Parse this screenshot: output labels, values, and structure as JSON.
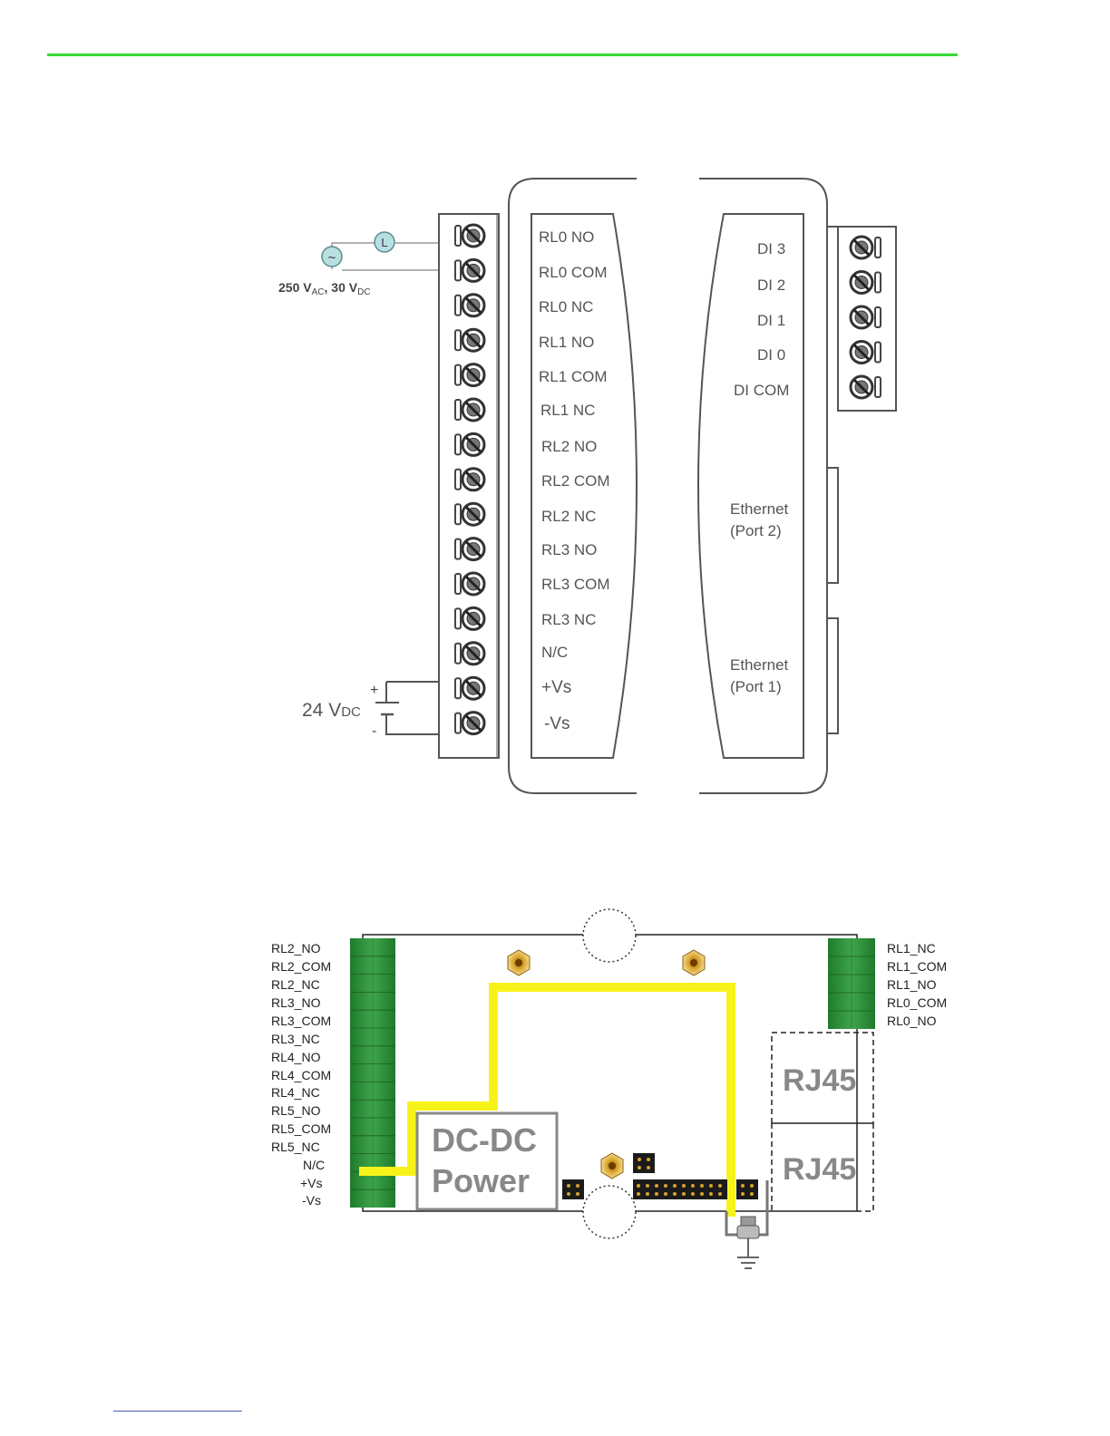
{
  "colors": {
    "header_rule": "#38d838",
    "terminal_green": "#2e8b3a",
    "wire_yellow": "#f7f31a"
  },
  "wiring_diagram": {
    "left_terminals": [
      "RL0 NO",
      "RL0 COM",
      "RL0 NC",
      "RL1 NO",
      "RL1 COM",
      "RL1 NC",
      "RL2 NO",
      "RL2 COM",
      "RL2 NC",
      "RL3 NO",
      "RL3 COM",
      "RL3 NC",
      "N/C",
      "+Vs",
      "-Vs"
    ],
    "right_terminals": [
      "DI 3",
      "DI 2",
      "DI 1",
      "DI 0",
      "DI COM"
    ],
    "ethernet_port2": [
      "Ethernet",
      "(Port 2)"
    ],
    "ethernet_port1": [
      "Ethernet",
      "(Port 1)"
    ],
    "load_symbol": "L",
    "source_symbol": "~",
    "relay_rating": {
      "v1": "250 V",
      "s1": "AC",
      "sep": ", 30 V",
      "s2": "DC"
    },
    "dc_supply": {
      "v": "24 V",
      "s": "DC",
      "plus": "+",
      "minus": "-"
    }
  },
  "board_diagram": {
    "left_labels": [
      "RL2_NO",
      "RL2_COM",
      "RL2_NC",
      "RL3_NO",
      "RL3_COM",
      "RL3_NC",
      "RL4_NO",
      "RL4_COM",
      "RL4_NC",
      "RL5_NO",
      "RL5_COM",
      "RL5_NC",
      "N/C",
      "+Vs",
      "-Vs"
    ],
    "right_labels": [
      "RL1_NC",
      "RL1_COM",
      "RL1_NO",
      "RL0_COM",
      "RL0_NO"
    ],
    "dcdc_line1": "DC-DC",
    "dcdc_line2": "Power",
    "rj45_top": "RJ45",
    "rj45_bottom": "RJ45"
  }
}
